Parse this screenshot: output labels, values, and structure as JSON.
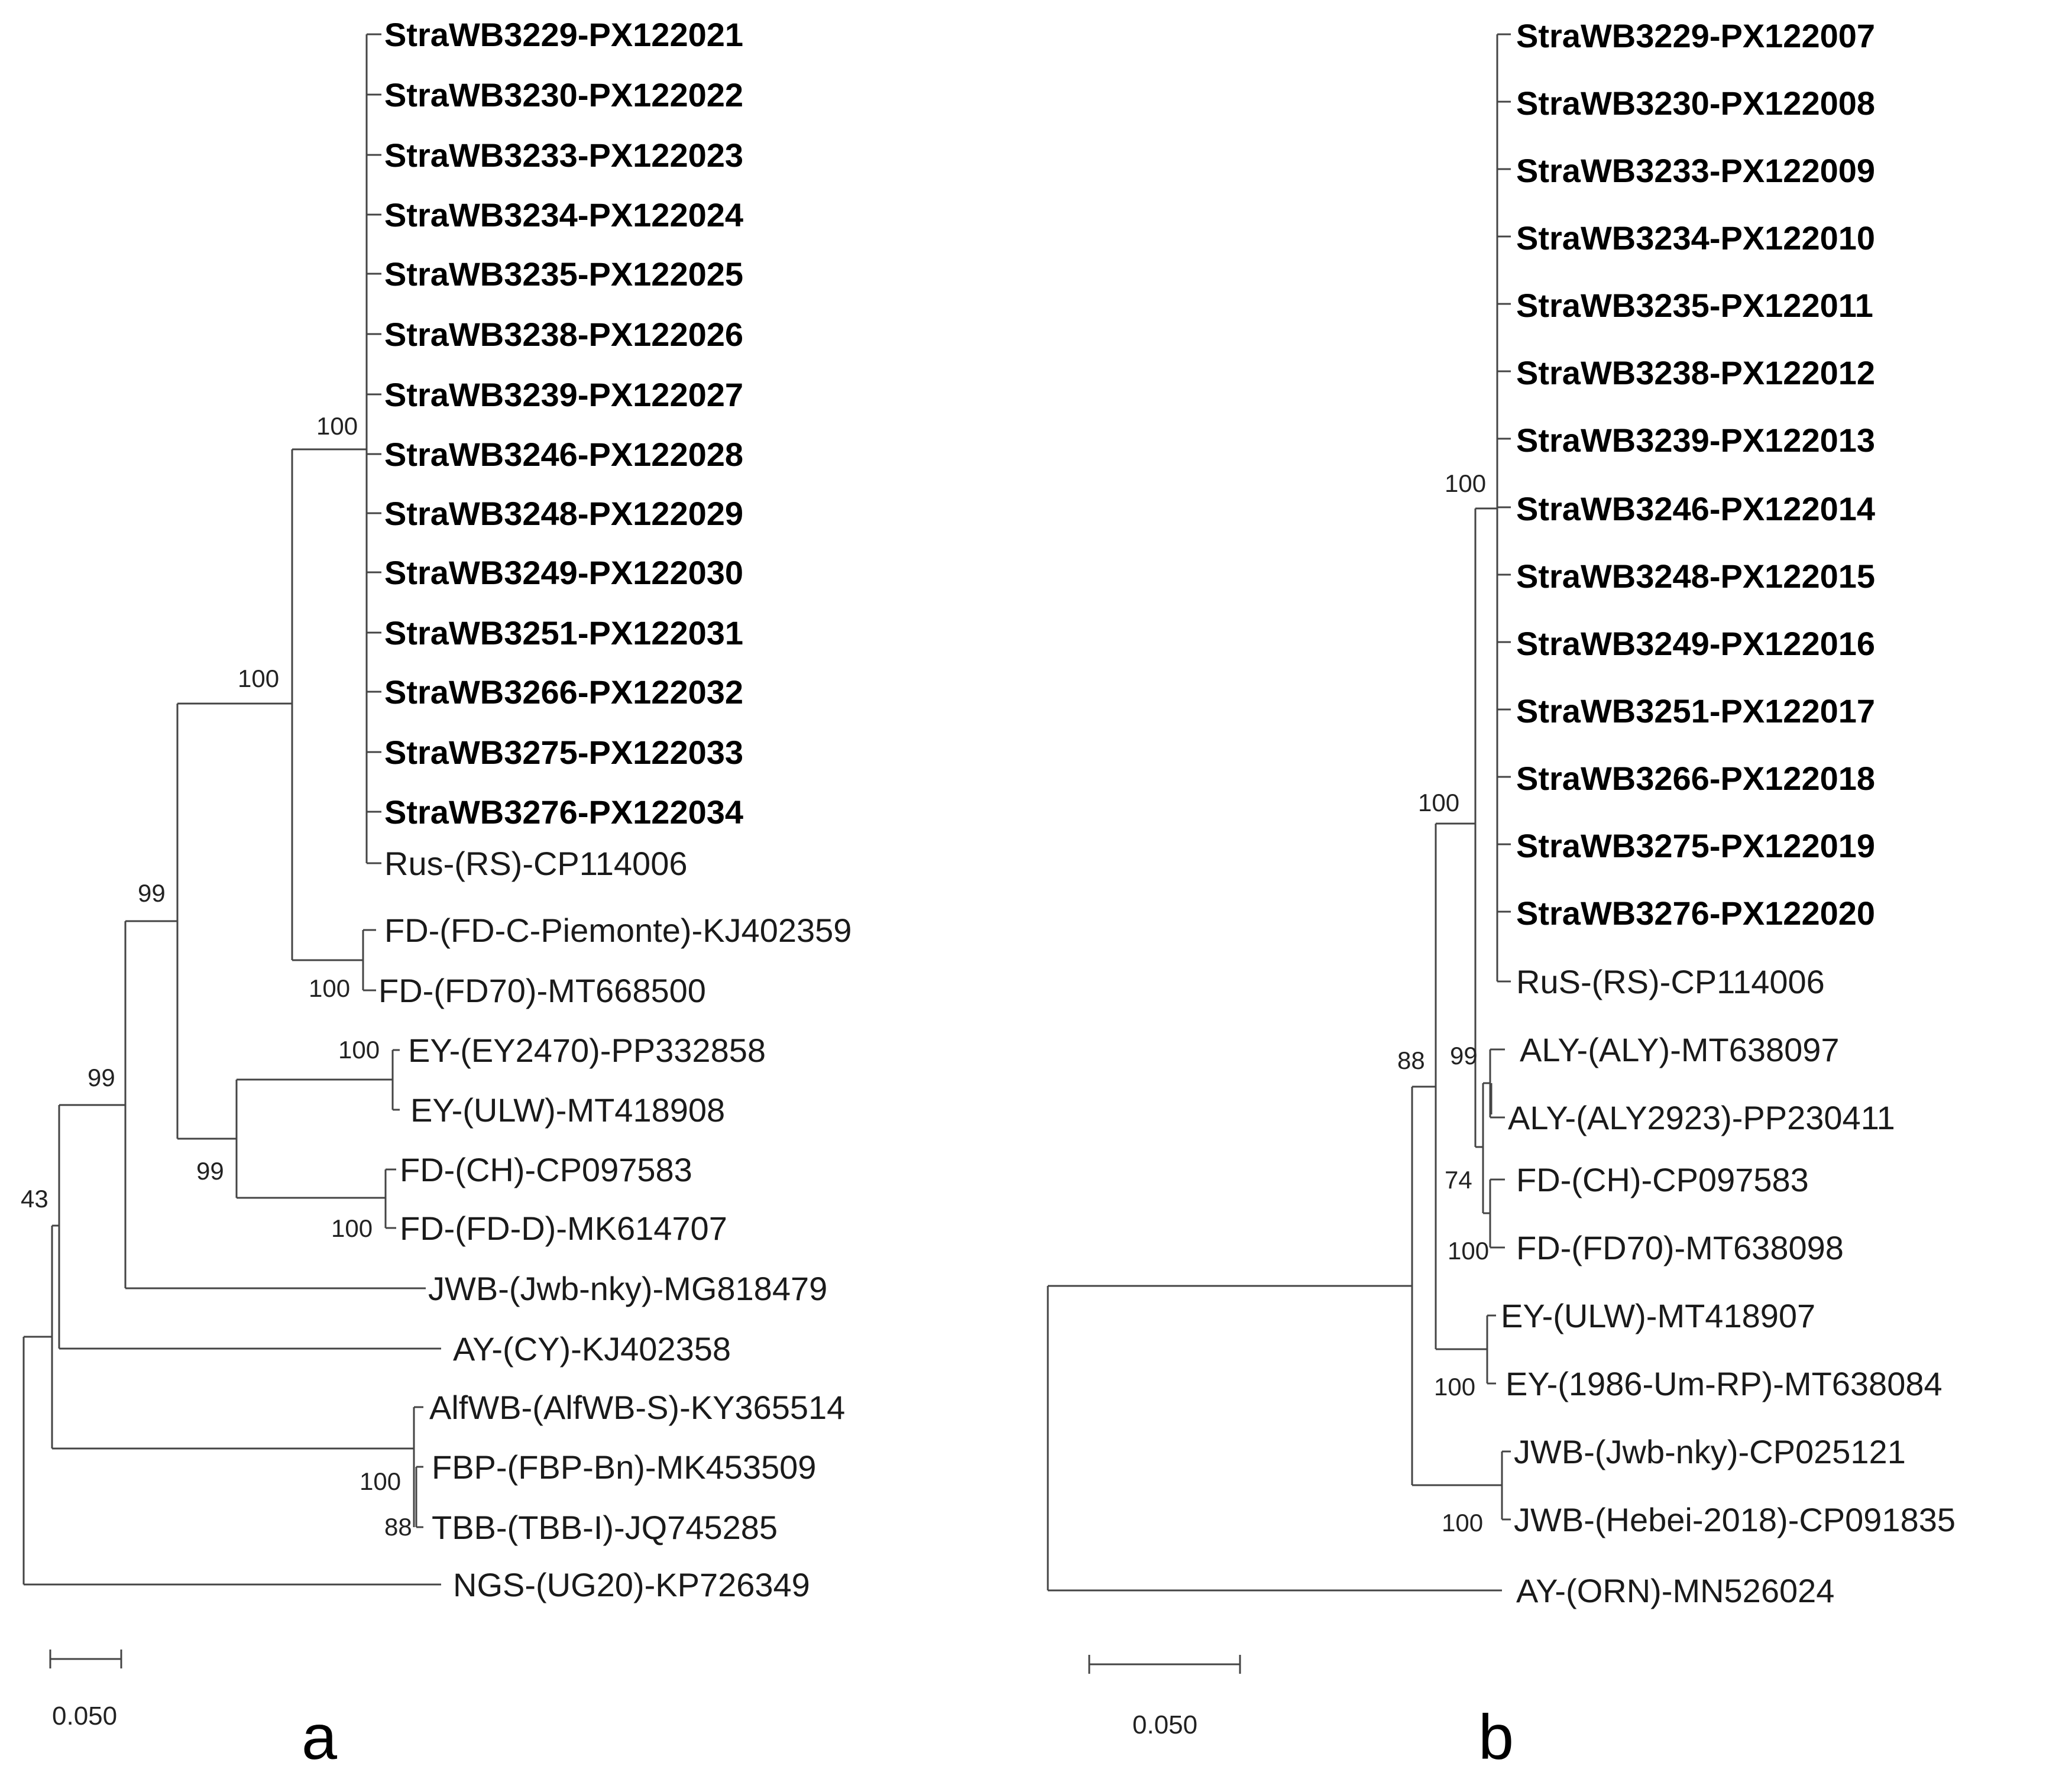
{
  "trees": [
    {
      "panel_label": "a",
      "scale_label": "0.050",
      "leaves": [
        {
          "label": "StraWB3229-PX122021",
          "bold": true
        },
        {
          "label": "StraWB3230-PX122022",
          "bold": true
        },
        {
          "label": "StraWB3233-PX122023",
          "bold": true
        },
        {
          "label": "StraWB3234-PX122024",
          "bold": true
        },
        {
          "label": "StraWB3235-PX122025",
          "bold": true
        },
        {
          "label": "StraWB3238-PX122026",
          "bold": true
        },
        {
          "label": "StraWB3239-PX122027",
          "bold": true
        },
        {
          "label": "StraWB3246-PX122028",
          "bold": true
        },
        {
          "label": "StraWB3248-PX122029",
          "bold": true
        },
        {
          "label": "StraWB3249-PX122030",
          "bold": true
        },
        {
          "label": "StraWB3251-PX122031",
          "bold": true
        },
        {
          "label": "StraWB3266-PX122032",
          "bold": true
        },
        {
          "label": "StraWB3275-PX122033",
          "bold": true
        },
        {
          "label": "StraWB3276-PX122034",
          "bold": true
        },
        {
          "label": "Rus-(RS)-CP114006",
          "bold": false
        },
        {
          "label": "FD-(FD-C-Piemonte)-KJ402359",
          "bold": false
        },
        {
          "label": "FD-(FD70)-MT668500",
          "bold": false
        },
        {
          "label": "EY-(EY2470)-PP332858",
          "bold": false
        },
        {
          "label": "EY-(ULW)-MT418908",
          "bold": false
        },
        {
          "label": "FD-(CH)-CP097583",
          "bold": false
        },
        {
          "label": "FD-(FD-D)-MK614707",
          "bold": false
        },
        {
          "label": "JWB-(Jwb-nky)-MG818479",
          "bold": false
        },
        {
          "label": "AY-(CY)-KJ402358",
          "bold": false
        },
        {
          "label": "AlfWB-(AlfWB-S)-KY365514",
          "bold": false
        },
        {
          "label": "FBP-(FBP-Bn)-MK453509",
          "bold": false
        },
        {
          "label": "TBB-(TBB-I)-JQ745285",
          "bold": false
        },
        {
          "label": "NGS-(UG20)-KP726349",
          "bold": false
        }
      ],
      "support_values": [
        "100",
        "100",
        "100",
        "99",
        "99",
        "99",
        "100",
        "100",
        "43",
        "100",
        "88"
      ]
    },
    {
      "panel_label": "b",
      "scale_label": "0.050",
      "leaves": [
        {
          "label": "StraWB3229-PX122007",
          "bold": true
        },
        {
          "label": "StraWB3230-PX122008",
          "bold": true
        },
        {
          "label": "StraWB3233-PX122009",
          "bold": true
        },
        {
          "label": "StraWB3234-PX122010",
          "bold": true
        },
        {
          "label": "StraWB3235-PX122011",
          "bold": true
        },
        {
          "label": "StraWB3238-PX122012",
          "bold": true
        },
        {
          "label": "StraWB3239-PX122013",
          "bold": true
        },
        {
          "label": "StraWB3246-PX122014",
          "bold": true
        },
        {
          "label": "StraWB3248-PX122015",
          "bold": true
        },
        {
          "label": "StraWB3249-PX122016",
          "bold": true
        },
        {
          "label": "StraWB3251-PX122017",
          "bold": true
        },
        {
          "label": "StraWB3266-PX122018",
          "bold": true
        },
        {
          "label": "StraWB3275-PX122019",
          "bold": true
        },
        {
          "label": "StraWB3276-PX122020",
          "bold": true
        },
        {
          "label": "RuS-(RS)-CP114006",
          "bold": false
        },
        {
          "label": "ALY-(ALY)-MT638097",
          "bold": false
        },
        {
          "label": "ALY-(ALY2923)-PP230411",
          "bold": false
        },
        {
          "label": "FD-(CH)-CP097583",
          "bold": false
        },
        {
          "label": "FD-(FD70)-MT638098",
          "bold": false
        },
        {
          "label": "EY-(ULW)-MT418907",
          "bold": false
        },
        {
          "label": "EY-(1986-Um-RP)-MT638084",
          "bold": false
        },
        {
          "label": "JWB-(Jwb-nky)-CP025121",
          "bold": false
        },
        {
          "label": "JWB-(Hebei-2018)-CP091835",
          "bold": false
        },
        {
          "label": "AY-(ORN)-MN526024",
          "bold": false
        }
      ],
      "support_values": [
        "100",
        "100",
        "88",
        "99",
        "74",
        "100",
        "100",
        "100"
      ]
    }
  ]
}
